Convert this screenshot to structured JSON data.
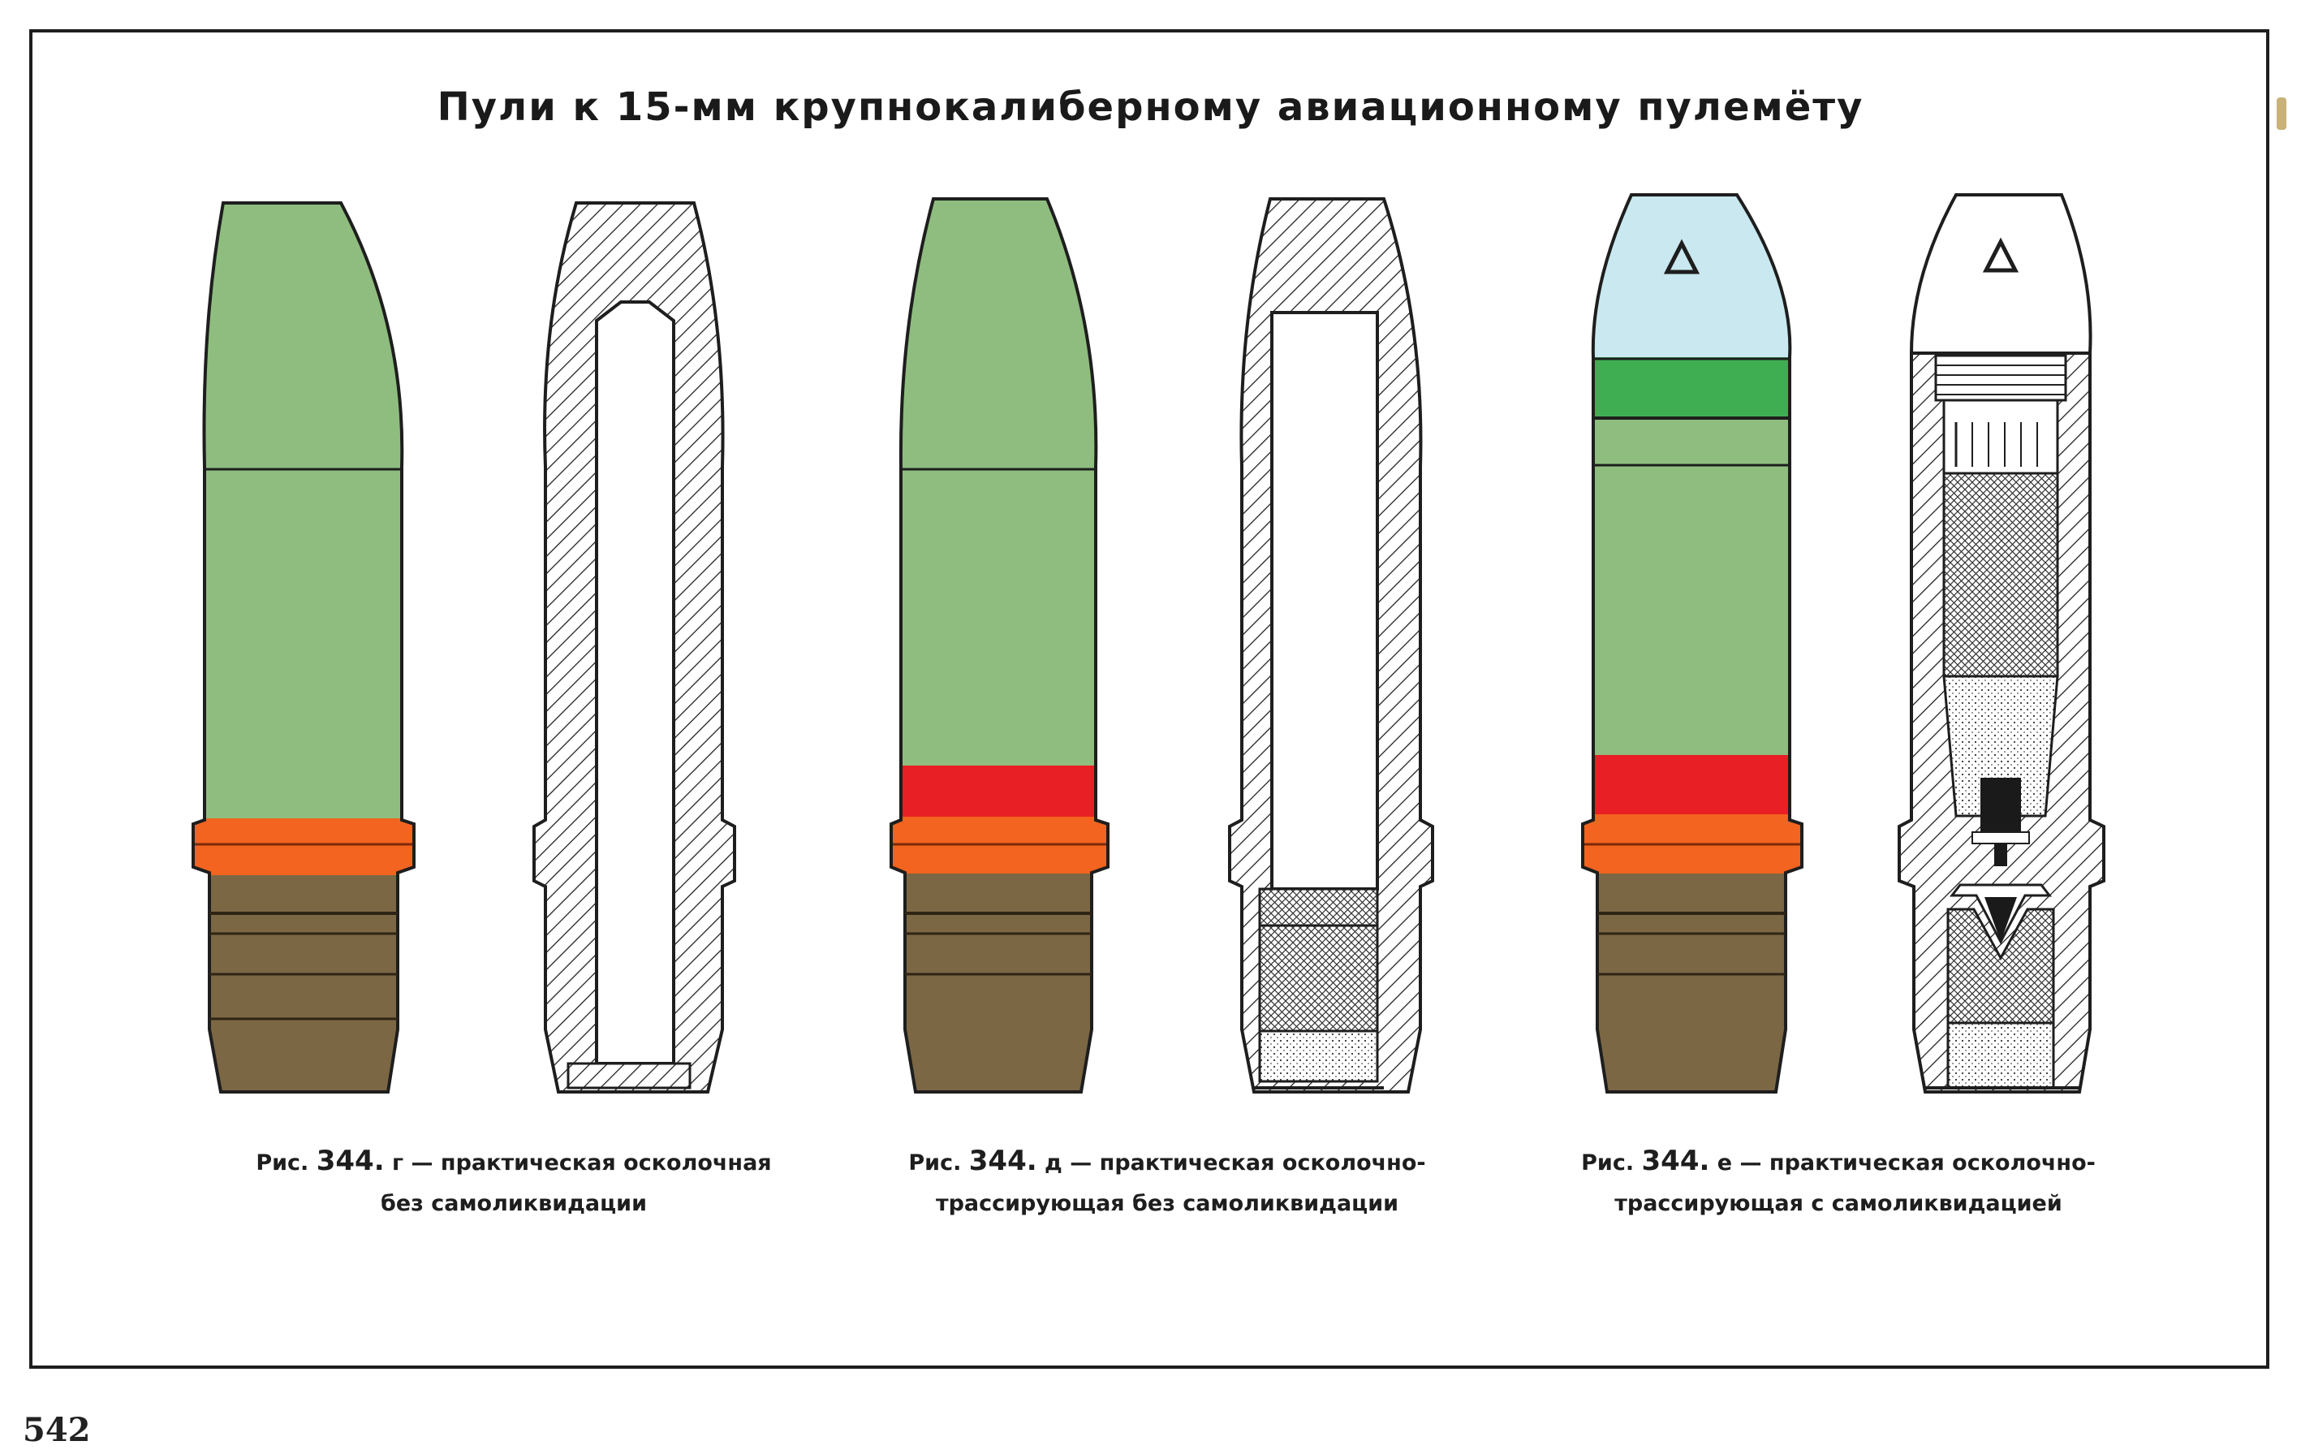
{
  "title": "Пули к 15-мм крупнокалиберному авиационному пулемёту",
  "page_number": "542",
  "colors": {
    "green": "#8fbd7f",
    "bright_green": "#3fae52",
    "light_blue": "#c9e8ef",
    "red": "#e81f24",
    "orange": "#f2641f",
    "brown": "#7b6744",
    "outline": "#1e1e1e"
  },
  "figures": [
    {
      "id": "g",
      "caption_line1_prefix": "Рис. ",
      "caption_line1_num": "344.",
      "caption_line1_rest": " г — практическая осколочная",
      "caption_line2": "без самоликвидации"
    },
    {
      "id": "d",
      "caption_line1_prefix": "Рис. ",
      "caption_line1_num": "344.",
      "caption_line1_rest": " д — практическая осколочно-",
      "caption_line2": "трассирующая без самоликвидации"
    },
    {
      "id": "e",
      "caption_line1_prefix": "Рис. ",
      "caption_line1_num": "344.",
      "caption_line1_rest": " е — практическая осколочно-",
      "caption_line2": "трассирующая с самоликвидацией"
    }
  ]
}
